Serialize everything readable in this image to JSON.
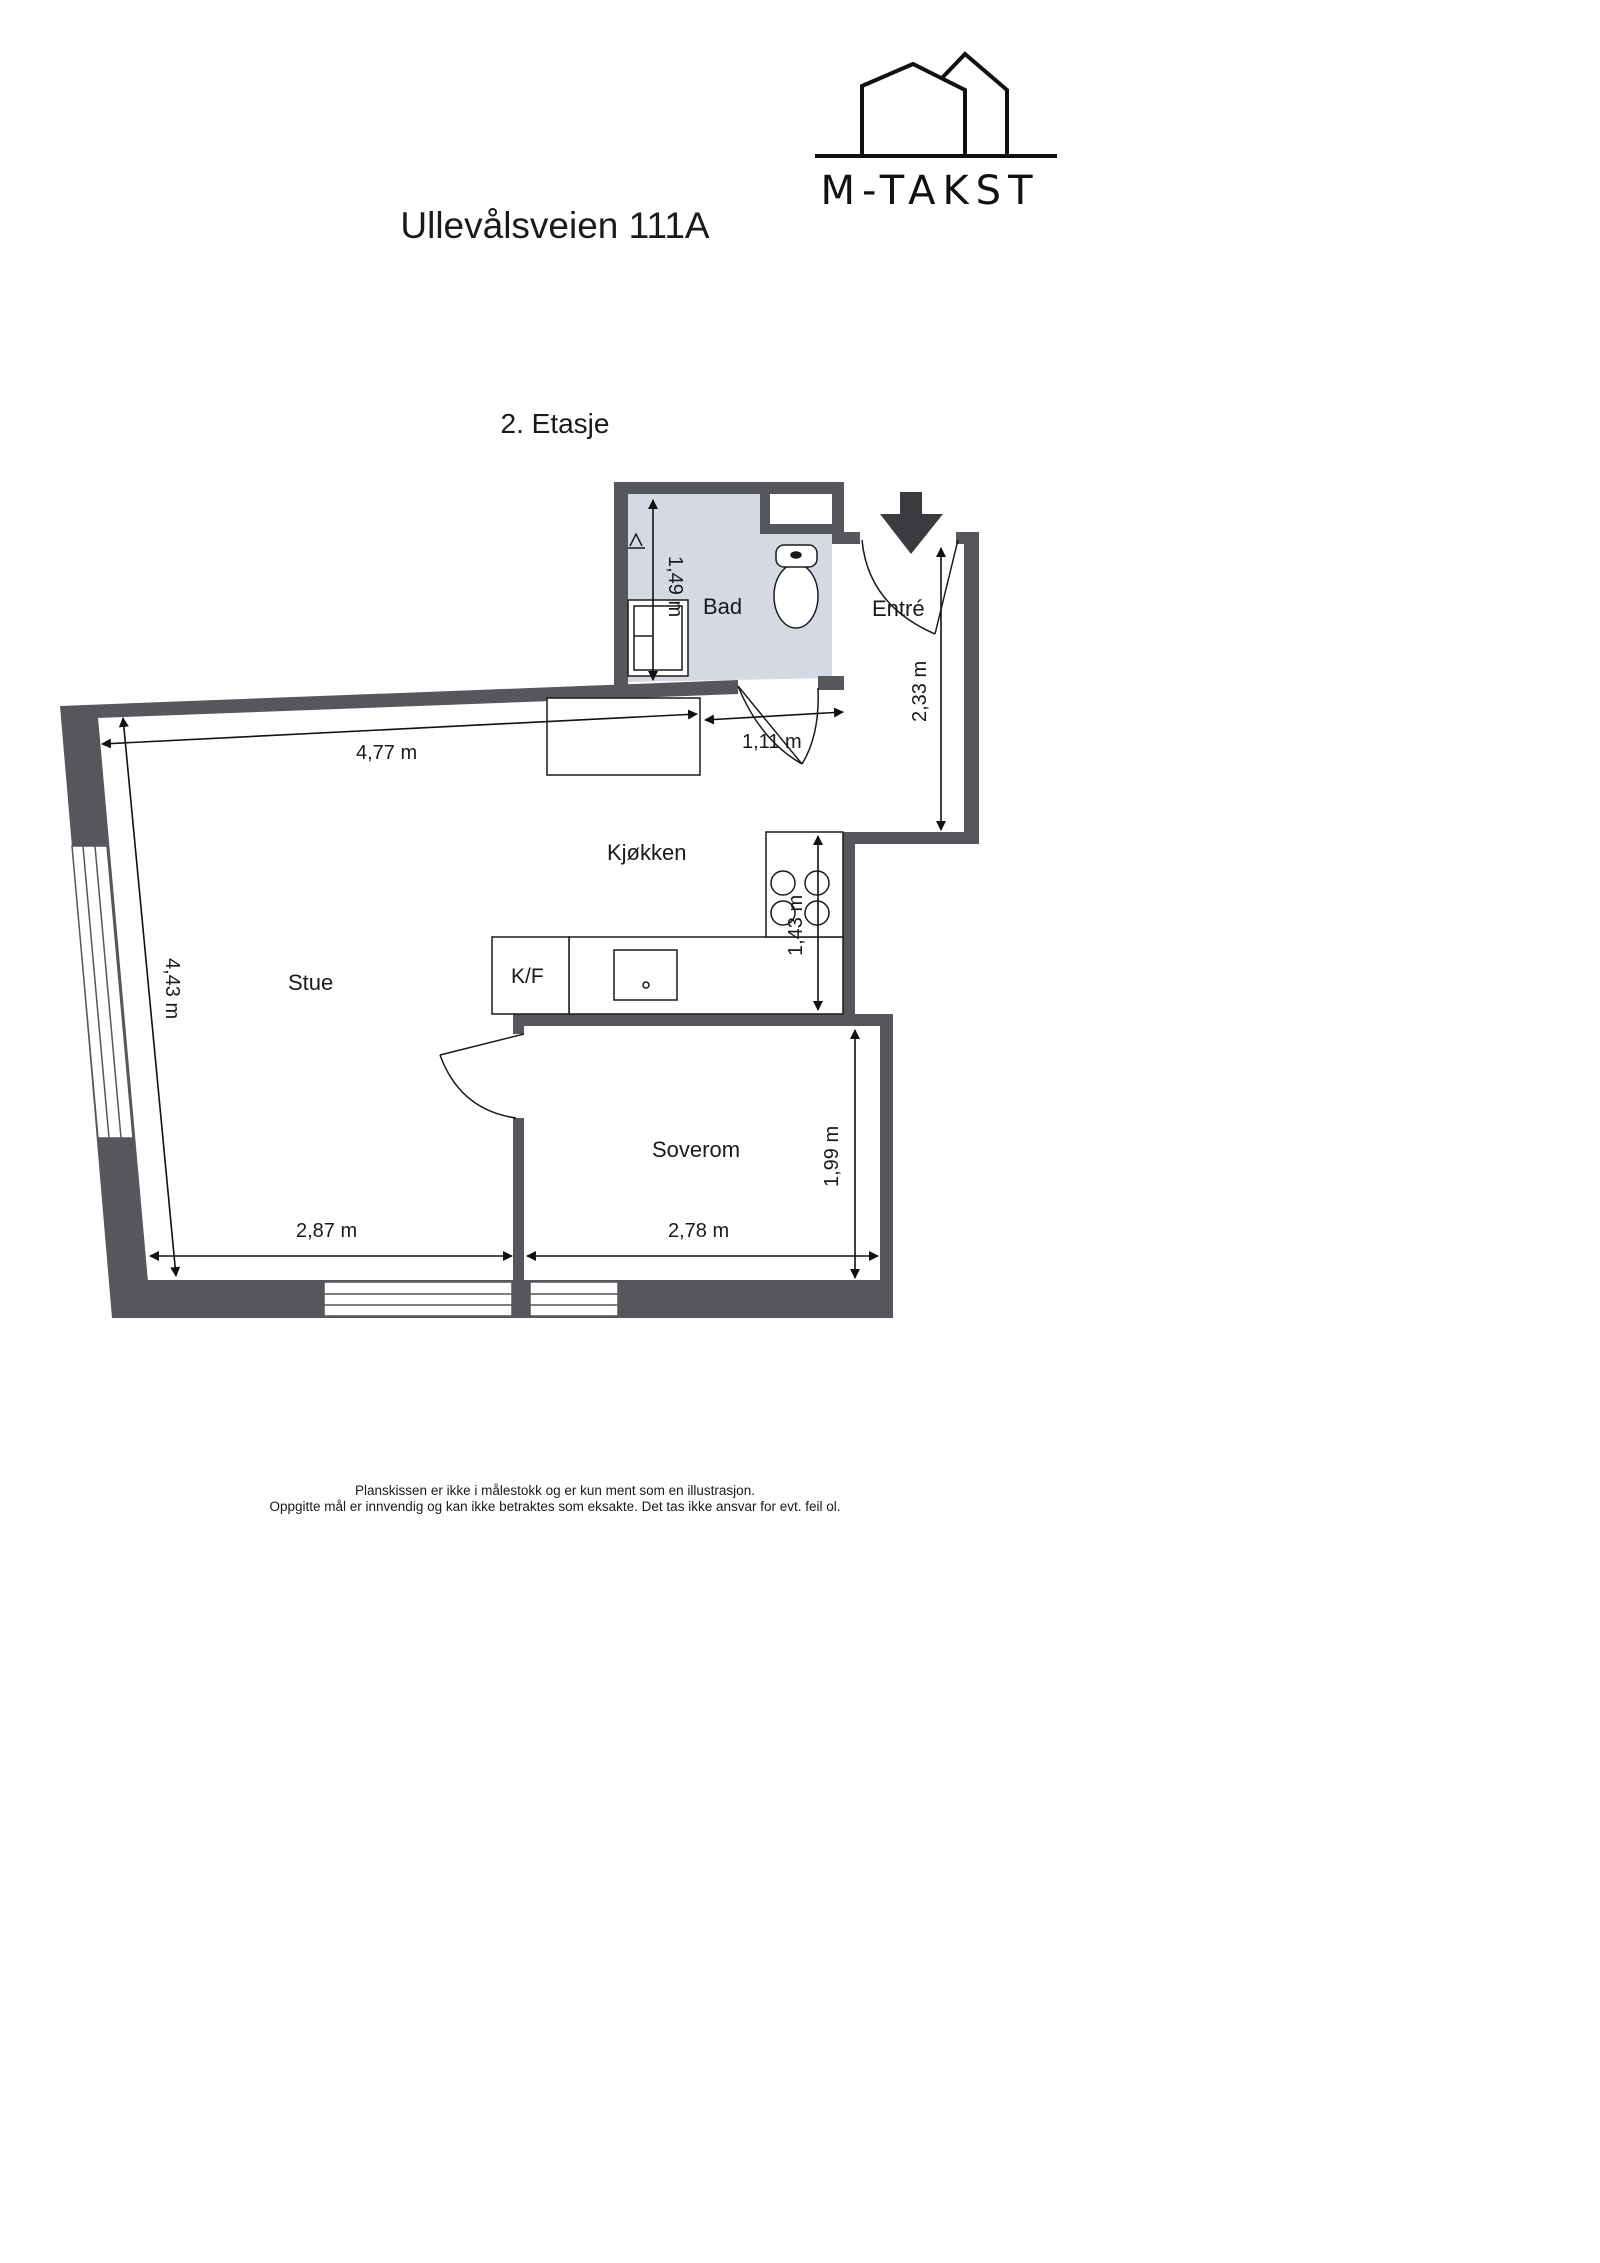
{
  "logo": {
    "name": "M-TAKST"
  },
  "header": {
    "address": "Ullevålsveien 111A",
    "floor": "2. Etasje"
  },
  "rooms": {
    "bad": "Bad",
    "entre": "Entré",
    "kjokken": "Kjøkken",
    "stue": "Stue",
    "soverom": "Soverom",
    "kf": "K/F"
  },
  "dimensions": {
    "bad_height": "1,49 m",
    "entre_height": "2,33 m",
    "stue_width": "4,77 m",
    "hall_width": "1,11 m",
    "kitchen_height": "1,43 m",
    "stue_height": "4,43 m",
    "stue_bottom_width": "2,87 m",
    "soverom_width": "2,78 m",
    "soverom_height": "1,99 m"
  },
  "colors": {
    "wall": "#55575c",
    "bathroom_floor": "#d4d9e3",
    "line": "#1a1a1a"
  },
  "footer": {
    "line1": "Planskissen er ikke i målestokk og er kun ment som en illustrasjon.",
    "line2": "Oppgitte mål er innvendig og kan ikke betraktes som eksakte. Det tas ikke ansvar for evt. feil ol."
  }
}
